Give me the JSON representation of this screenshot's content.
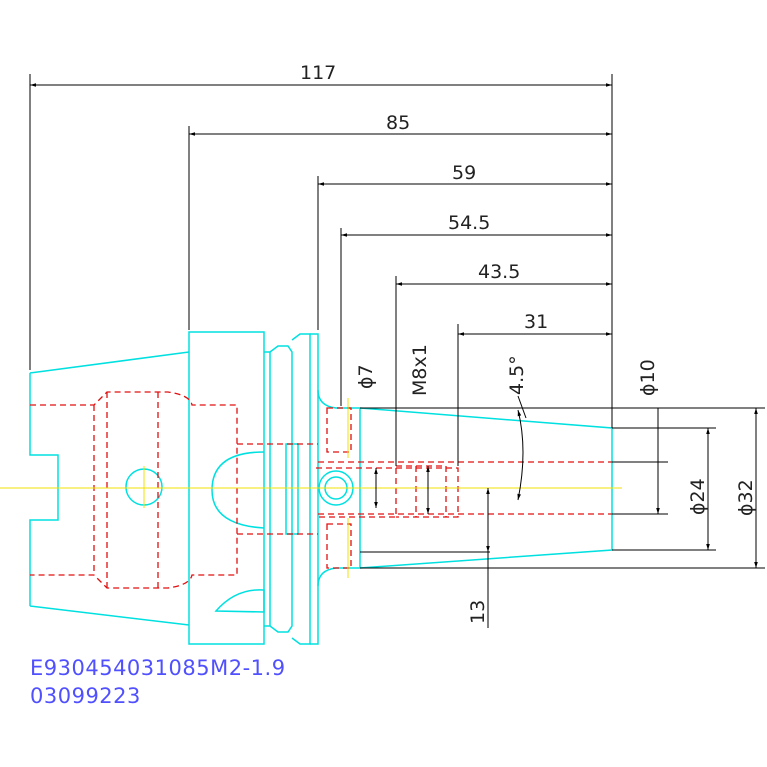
{
  "colors": {
    "outline": "#00e0e0",
    "hidden": "#e01010",
    "dimension": "#000000",
    "centerline": "#f2e000",
    "caption": "#5050ff"
  },
  "dimensions": {
    "overall_length": "117",
    "flange_length": "85",
    "shank_length": "59",
    "bore_depth": "54.5",
    "thread_depth": "43.5",
    "taper_length": "31",
    "pin_diameter": "ϕ7",
    "thread": "M8x1",
    "taper_angle": "4.5°",
    "bore_diameter": "ϕ10",
    "mid_diameter": "ϕ24",
    "outer_diameter": "ϕ32",
    "offset": "13"
  },
  "captions": {
    "part_number": "E930454031085M2-1.9",
    "serial_number": "03099223"
  }
}
